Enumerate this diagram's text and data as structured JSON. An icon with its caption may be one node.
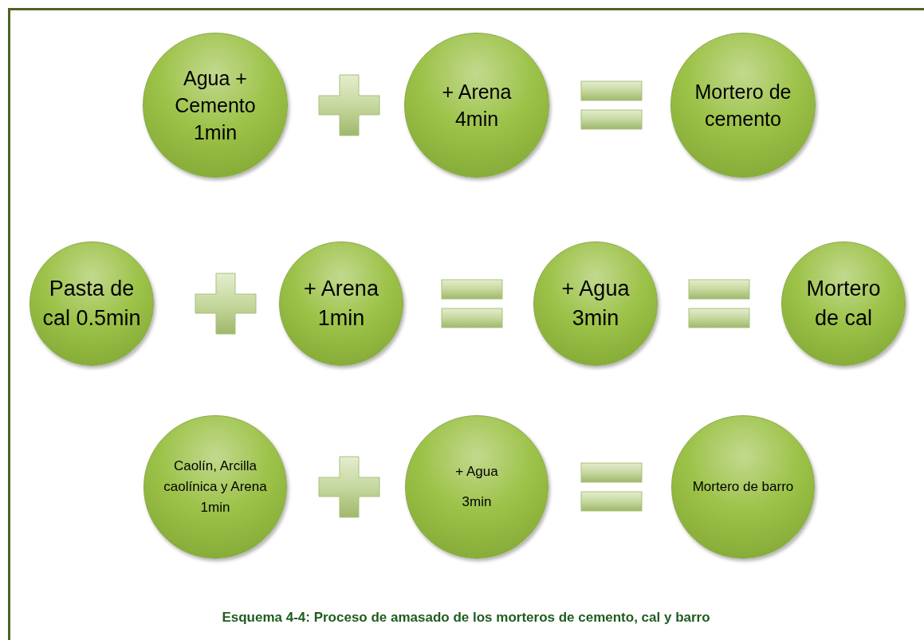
{
  "diagram": {
    "caption": "Esquema 4-4: Proceso de amasado de los morteros de cemento, cal y barro",
    "nodes": [
      {
        "text": [
          "Agua + Cemento 1min"
        ]
      },
      {
        "text": [
          "+ Arena 4min"
        ]
      },
      {
        "text": [
          "Mortero de cemento"
        ]
      },
      {
        "text": [
          "Pasta de cal 0.5min"
        ]
      },
      {
        "text": [
          "+ Arena 1min"
        ]
      },
      {
        "text": [
          "+ Agua 3min"
        ]
      },
      {
        "text": [
          "Mortero de cal"
        ]
      },
      {
        "text": [
          "Caolín, Arcilla caolínica y Arena 1min"
        ]
      },
      {
        "text": [
          "+ Agua",
          "3min"
        ]
      },
      {
        "text": [
          "Mortero de barro"
        ]
      }
    ]
  }
}
